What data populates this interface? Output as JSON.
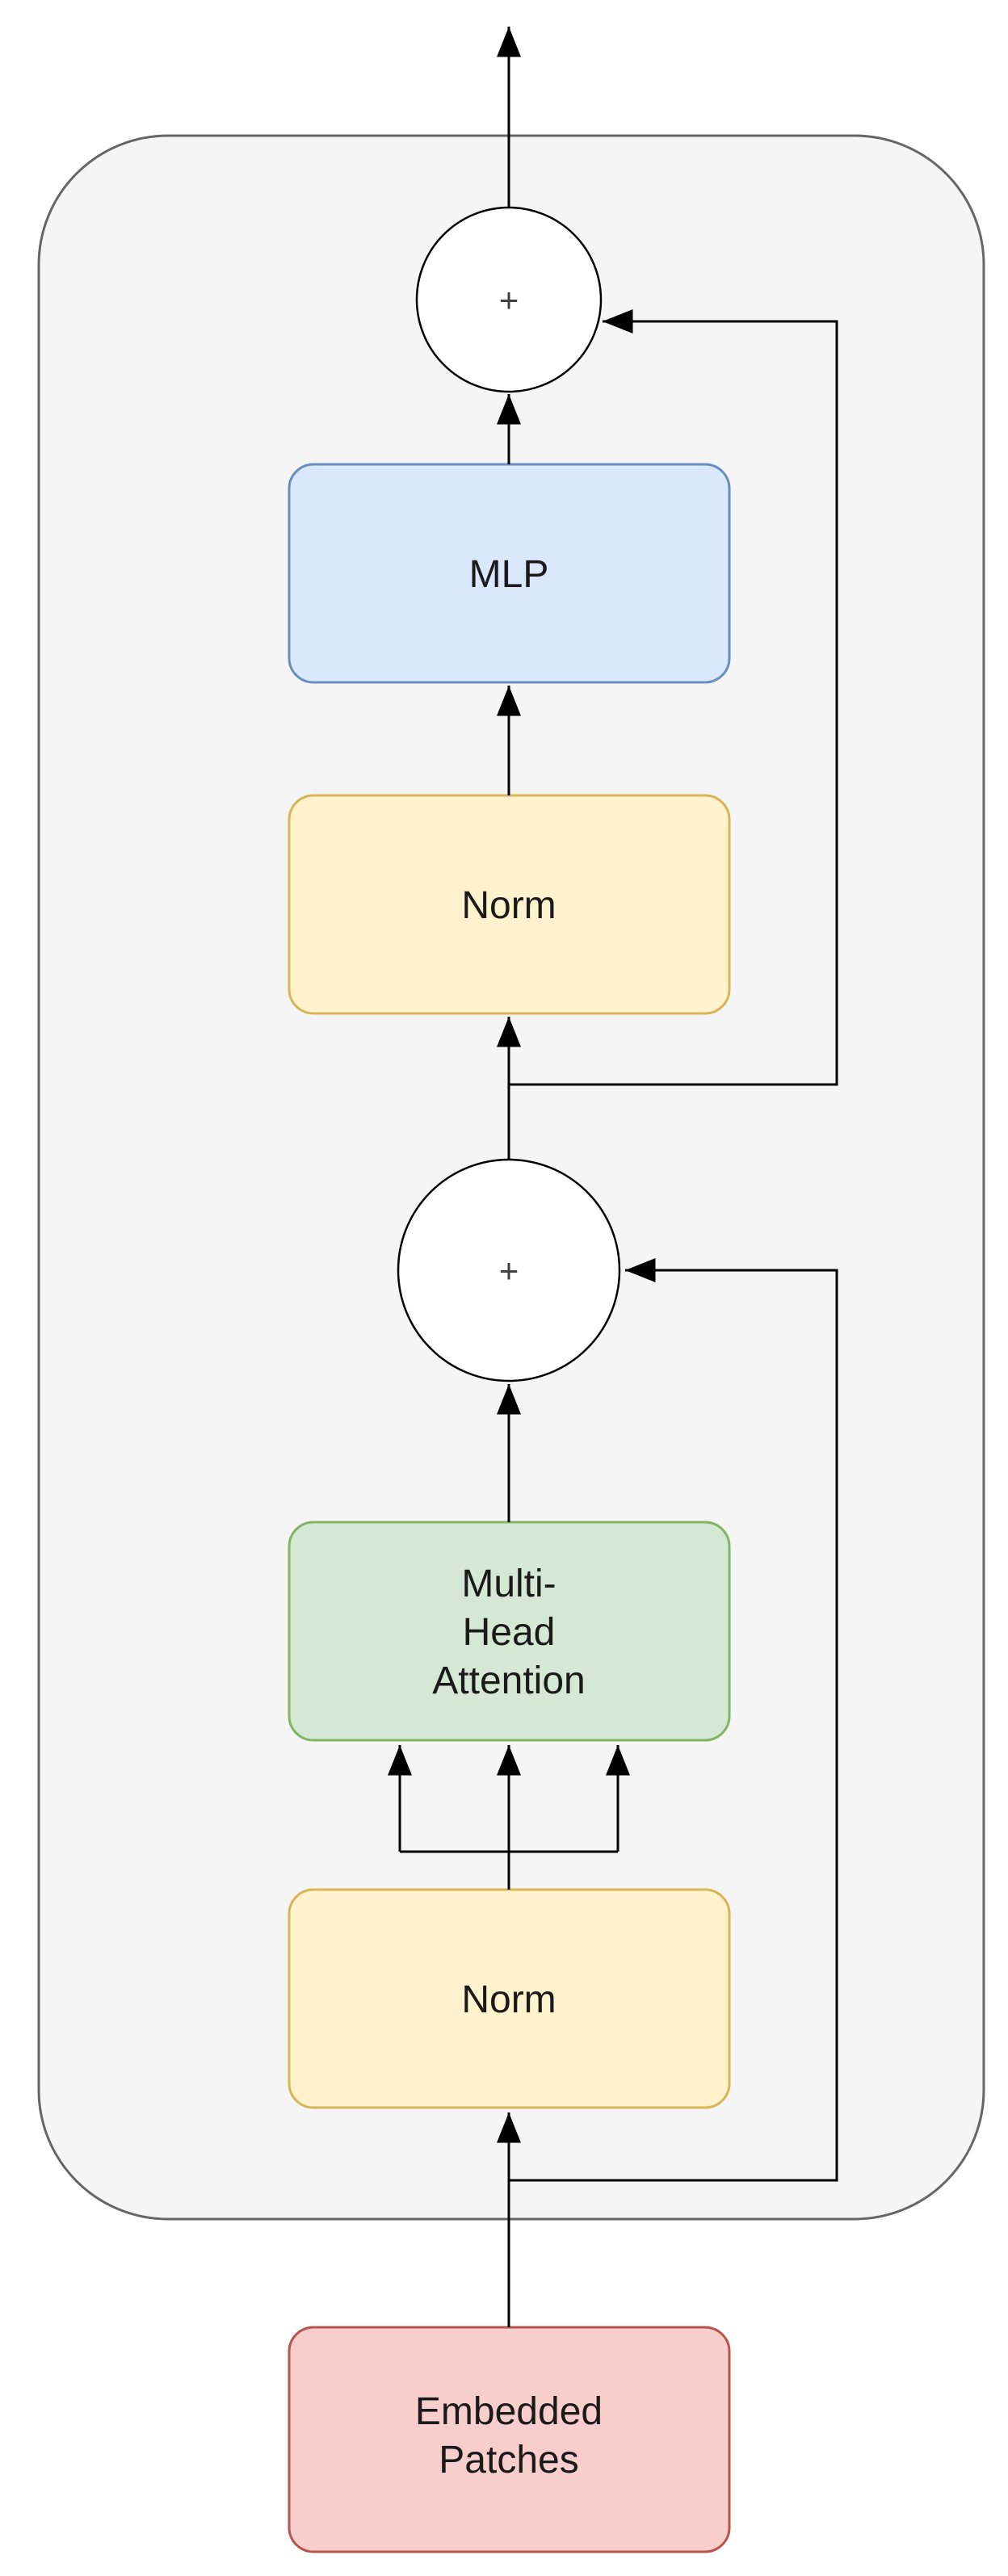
{
  "diagram": {
    "kind": "transformer-encoder-block",
    "background": "#ffffff",
    "text_color": "#1a1a1a",
    "connectors": {
      "color": "#000000"
    },
    "encoder_container": {
      "fill": "#f5f5f5",
      "stroke": "#666666"
    },
    "operators": {
      "circle_fill": "#ffffff",
      "circle_stroke": "#000000",
      "symbol_color": "#404040",
      "add_top": {
        "symbol": "+"
      },
      "add_middle": {
        "symbol": "+"
      }
    },
    "boxes": {
      "mlp": {
        "label": "MLP",
        "fill": "#dae8fc",
        "stroke": "#6c8ebf"
      },
      "norm_top": {
        "label": "Norm",
        "fill": "#fff2cc",
        "stroke": "#d6b656"
      },
      "mha": {
        "lines": [
          "Multi-",
          "Head",
          "Attention"
        ],
        "fill": "#d5e8d4",
        "stroke": "#82b366"
      },
      "norm_bottom": {
        "label": "Norm",
        "fill": "#fff2cc",
        "stroke": "#d6b656"
      },
      "embedded_patches": {
        "lines": [
          "Embedded",
          "Patches"
        ],
        "fill": "#f8cecc",
        "stroke": "#b85450"
      }
    }
  }
}
